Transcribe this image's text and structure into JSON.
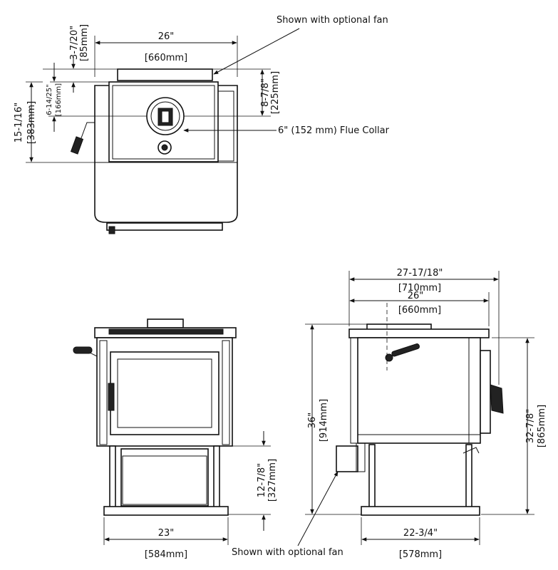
{
  "top_view": {
    "width_in": "26\"",
    "width_mm": "[660mm]",
    "fan_note": "Shown with optional fan",
    "offset_top_in": "3-7/20\"",
    "offset_top_mm": "[85mm]",
    "depth_in": "15-1/16\"",
    "depth_mm": "[383mm]",
    "collar_offset_in": "6-14/25\"",
    "collar_offset_mm": "[166mm]",
    "collar_center_in": "8-7/8\"",
    "collar_center_mm": "[225mm]",
    "flue_collar": "6\" (152 mm) Flue Collar"
  },
  "front_view": {
    "leg_height_in": "12-7/8\"",
    "leg_height_mm": "[327mm]",
    "base_width_in": "23\"",
    "base_width_mm": "[584mm]"
  },
  "side_view": {
    "overall_width_in": "27-17/18\"",
    "overall_width_mm": "[710mm]",
    "body_width_in": "26\"",
    "body_width_mm": "[660mm]",
    "height_in": "36\"",
    "height_mm": "[914mm]",
    "right_height_in": "32-7/8\"",
    "right_height_mm": "[865mm]",
    "base_depth_in": "22-3/4\"",
    "base_depth_mm": "[578mm]",
    "fan_note": "Shown with optional fan"
  },
  "colors": {
    "line": "#111111",
    "background": "#ffffff"
  }
}
